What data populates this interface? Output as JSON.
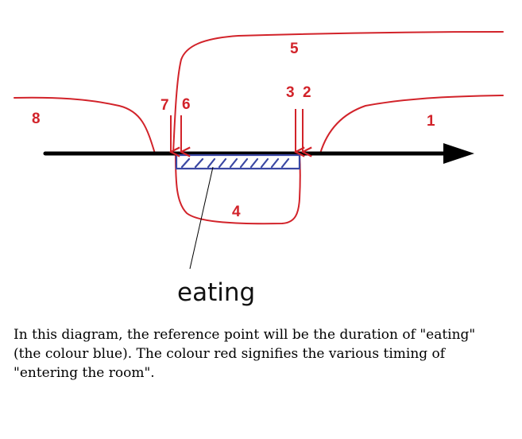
{
  "diagram": {
    "labels": {
      "n1": "1",
      "n2": "2",
      "n3": "3",
      "n4": "4",
      "n5": "5",
      "n6": "6",
      "n7": "7",
      "n8": "8"
    },
    "eating_label": "eating",
    "caption": "In this diagram, the reference point will be the duration of \"eating\" (the colour blue).  The colour red signifies the various timing of \"entering the room\".",
    "colors": {
      "timeline": "#000000",
      "entering": "#d2232a",
      "eating": "#3a47a3"
    }
  }
}
